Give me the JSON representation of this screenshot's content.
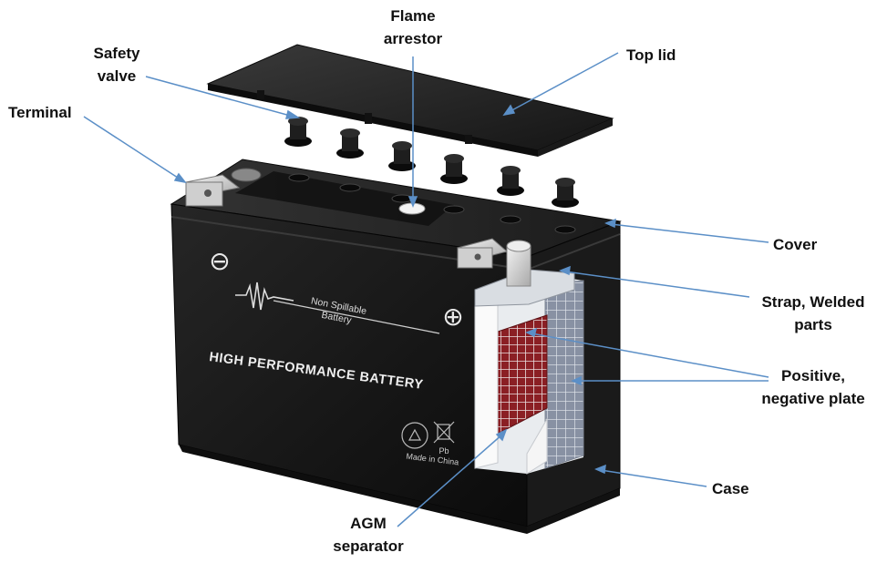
{
  "labels": {
    "flame_arrestor": [
      "Flame",
      "arrestor"
    ],
    "safety_valve": [
      "Safety",
      "valve"
    ],
    "terminal": "Terminal",
    "top_lid": "Top lid",
    "cover": "Cover",
    "strap": [
      "Strap, Welded",
      "parts"
    ],
    "plate": [
      "Positive,",
      "negative plate"
    ],
    "case": "Case",
    "agm": [
      "AGM",
      "separator"
    ]
  },
  "battery_print": {
    "brand_line1": "Non Spillable",
    "brand_line2": "Battery",
    "title": "HIGH PERFORMANCE BATTERY",
    "made_in": "Made in China",
    "pb": "Pb",
    "minus_symbol": "⊖",
    "plus_symbol": "⊕"
  },
  "colors": {
    "leader": "#5b8fc7",
    "battery_body": "#161616",
    "plate_red": "#8b1f24",
    "plate_grid": "#9aa4b4"
  }
}
